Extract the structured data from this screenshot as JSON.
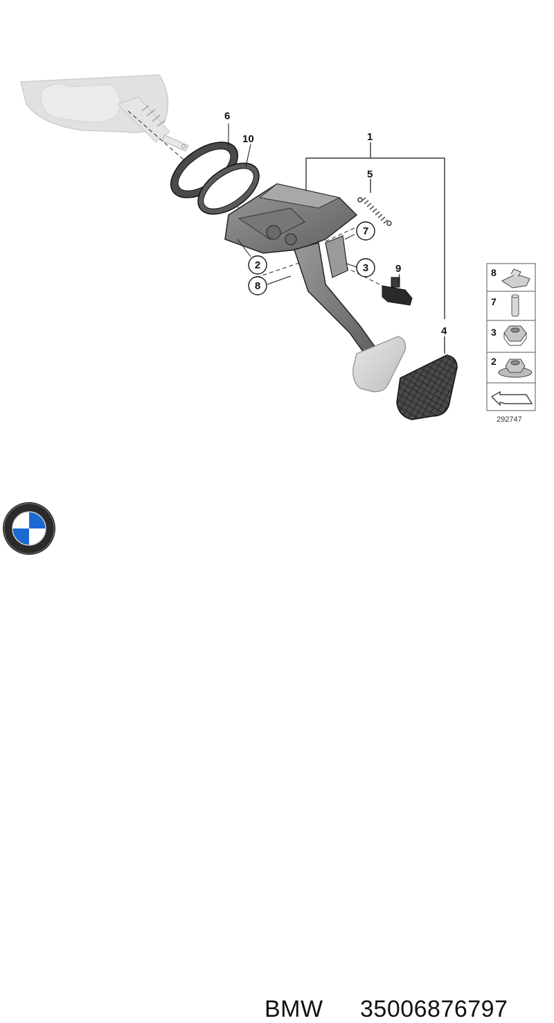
{
  "diagram": {
    "figure_code": "292747",
    "callouts": {
      "c1": "1",
      "c2": "2",
      "c3": "3",
      "c4": "4",
      "c5": "5",
      "c6": "6",
      "c7": "7",
      "c8": "8",
      "c9": "9",
      "c10": "10"
    },
    "legend": [
      {
        "number": "8",
        "icon": "clip-icon"
      },
      {
        "number": "7",
        "icon": "pin-icon"
      },
      {
        "number": "3",
        "icon": "hex-nut-icon"
      },
      {
        "number": "2",
        "icon": "flange-nut-icon"
      },
      {
        "number": "",
        "icon": "arrow-icon"
      }
    ]
  },
  "footer": {
    "brand": "BMW",
    "part_number": "35006876797",
    "logo": "bmw-roundel-logo"
  },
  "colors": {
    "line": "#111111",
    "part_gray": "#8a8a8a",
    "ghost_gray": "#dcdcdc",
    "bmw_blue": "#1c69d4"
  }
}
